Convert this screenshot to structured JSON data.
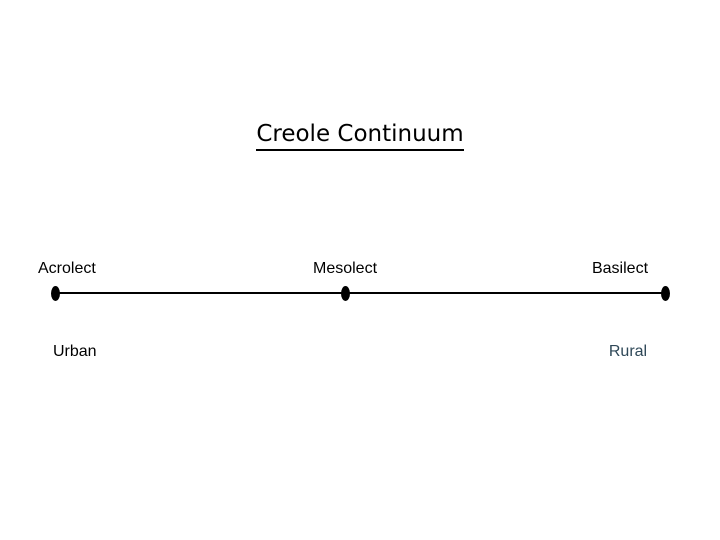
{
  "slide": {
    "title": "Creole Continuum",
    "background_color": "#ffffff"
  },
  "continuum": {
    "axis_color": "#000000",
    "marker_color": "#000000",
    "nodes": [
      {
        "label": "Acrolect",
        "position": "left"
      },
      {
        "label": "Mesolect",
        "position": "center"
      },
      {
        "label": "Basilect",
        "position": "right"
      }
    ],
    "settings": [
      {
        "label": "Urban",
        "position": "left",
        "color": "#000000"
      },
      {
        "label": "Rural",
        "position": "right",
        "color": "#2f4858"
      }
    ]
  }
}
